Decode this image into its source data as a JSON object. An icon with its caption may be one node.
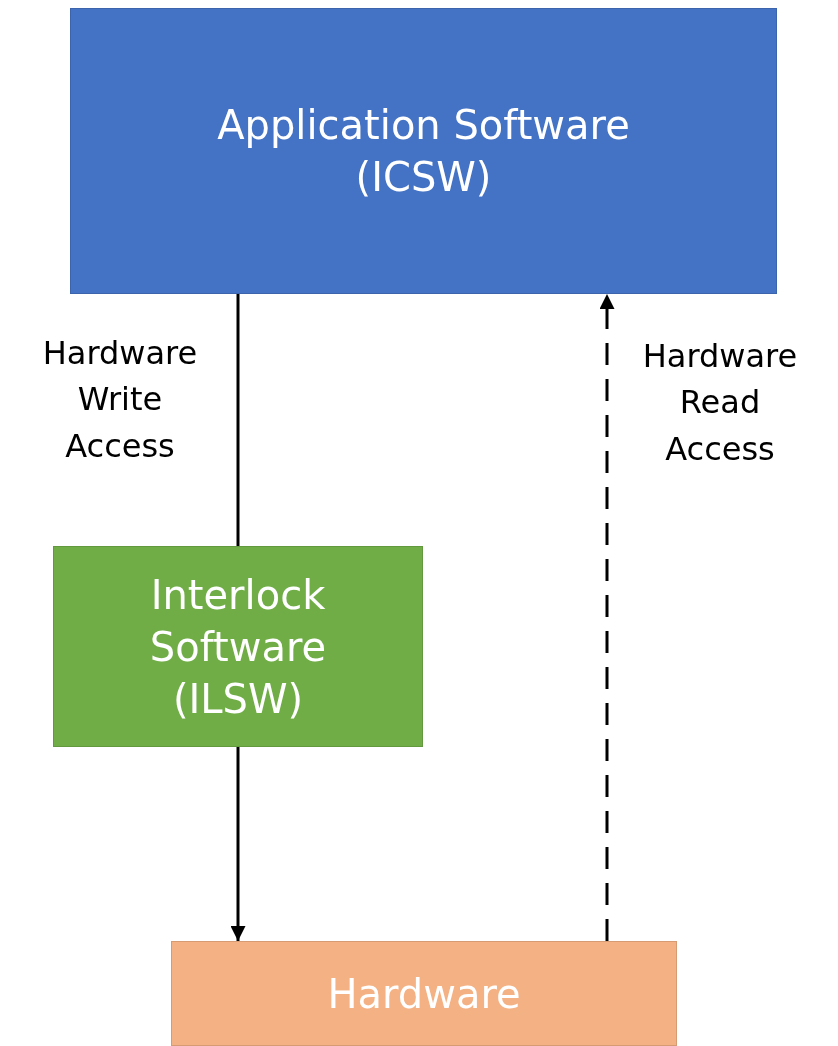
{
  "diagram": {
    "nodes": [
      {
        "text": [
          "Application Software (ICSW)"
        ]
      },
      {
        "text": [
          "Interlock Software (ILSW)"
        ]
      },
      {
        "text": [
          "Hardware"
        ]
      }
    ],
    "edges": [
      {
        "from": 0,
        "to": 1,
        "arrow": "none",
        "label": "Hardware Write Access"
      },
      {
        "from": 1,
        "to": 2,
        "arrow": "to"
      },
      {
        "from": 2,
        "to": 0,
        "arrow": "to",
        "style": "dashed",
        "label": "Hardware Read Access"
      }
    ]
  }
}
